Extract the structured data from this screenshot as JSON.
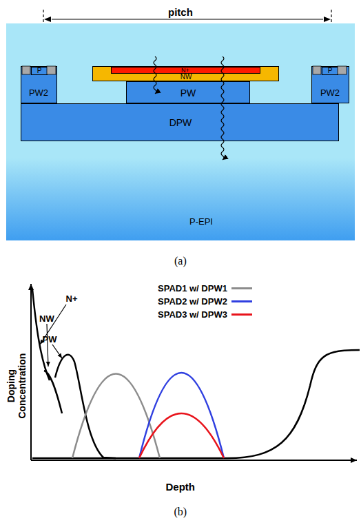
{
  "diagram": {
    "nodes": [
      {
        "text": [
          "P-EPI"
        ]
      },
      {
        "text": [
          "DPW"
        ],
        "in": 0
      },
      {
        "text": [
          "PW2"
        ],
        "in": 0
      },
      {
        "text": [
          "P"
        ],
        "in": 2
      },
      {
        "text": [
          "PW"
        ],
        "in": 0
      },
      {
        "text": [
          "NW"
        ],
        "in": 0
      },
      {
        "text": [
          "N+"
        ],
        "in": 5
      },
      {
        "text": [
          "PW2"
        ],
        "in": 0
      },
      {
        "text": [
          "P"
        ],
        "in": 7
      }
    ],
    "labels": [
      "pitch",
      "(a)",
      "N+",
      "NW",
      "PW",
      "Doping Concentration",
      "Depth",
      "(b)"
    ],
    "legend": [
      {
        "text": "SPAD1 w/ DPW1",
        "color": "#8c8c8c"
      },
      {
        "text": "SPAD2 w/ DPW2",
        "color": "#2f3fe0"
      },
      {
        "text": "SPAD3 w/ DPW3",
        "color": "#e8131b"
      }
    ]
  }
}
